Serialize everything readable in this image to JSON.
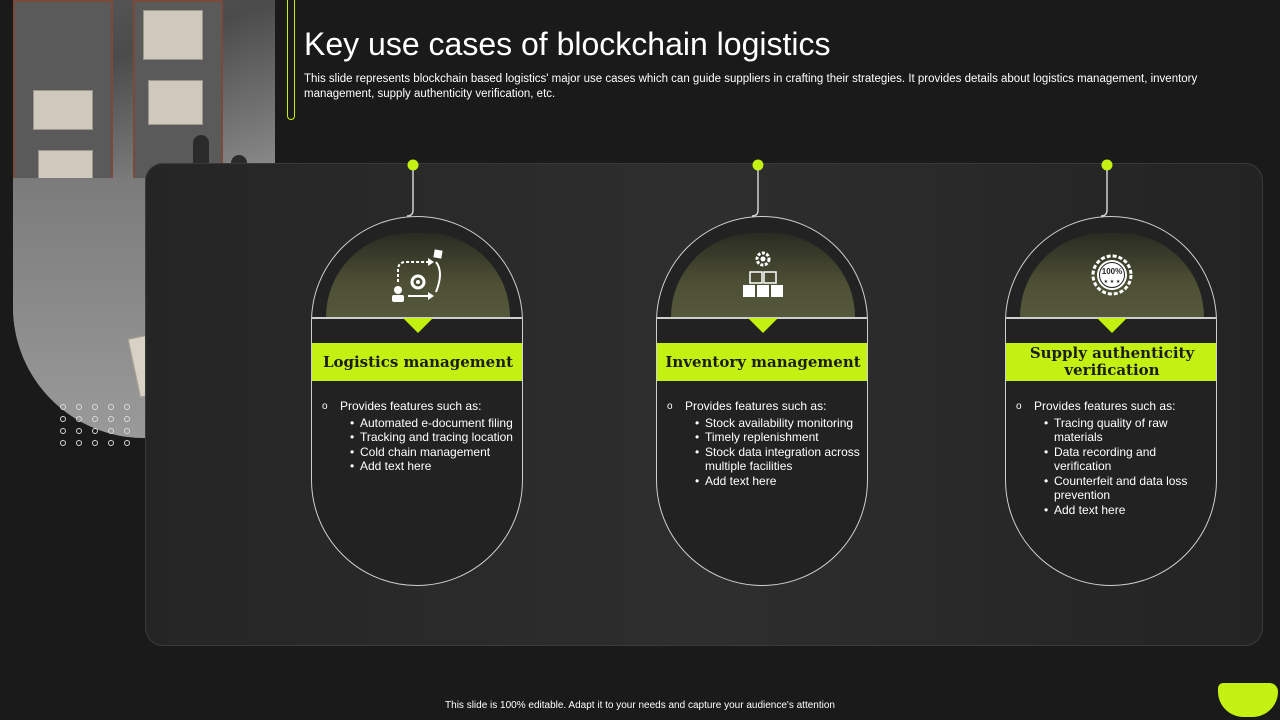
{
  "slide": {
    "title": "Key use cases of blockchain logistics",
    "description": "This slide represents blockchain based logistics' major use cases which can guide suppliers in crafting their strategies. It provides details about logistics management, inventory management, supply authenticity verification, etc.",
    "footer": "This slide is 100% editable.  Adapt it to your needs and capture your audience's attention"
  },
  "colors": {
    "accent": "#c3f212",
    "background": "#1a1a1a",
    "panel": "#2a2a2a"
  },
  "cards": [
    {
      "title": "Logistics management",
      "icon": "logistics-flow-icon",
      "lead": "Provides  features  such as:",
      "items": [
        "Automated e-document filing",
        "Tracking and tracing location",
        "Cold chain management",
        "Add text here"
      ]
    },
    {
      "title": "Inventory management",
      "icon": "inventory-boxes-gear-icon",
      "lead": "Provides  features  such as:",
      "items": [
        "Stock availability monitoring",
        "Timely replenishment",
        "Stock data integration across multiple facilities",
        "Add text here"
      ]
    },
    {
      "title": "Supply authenticity verification",
      "icon": "100-percent-badge-icon",
      "lead": "Provides  features  such as:",
      "items": [
        "Tracing quality of raw materials",
        "Data recording and verification",
        "Counterfeit and data loss prevention",
        "Add text here"
      ]
    }
  ]
}
